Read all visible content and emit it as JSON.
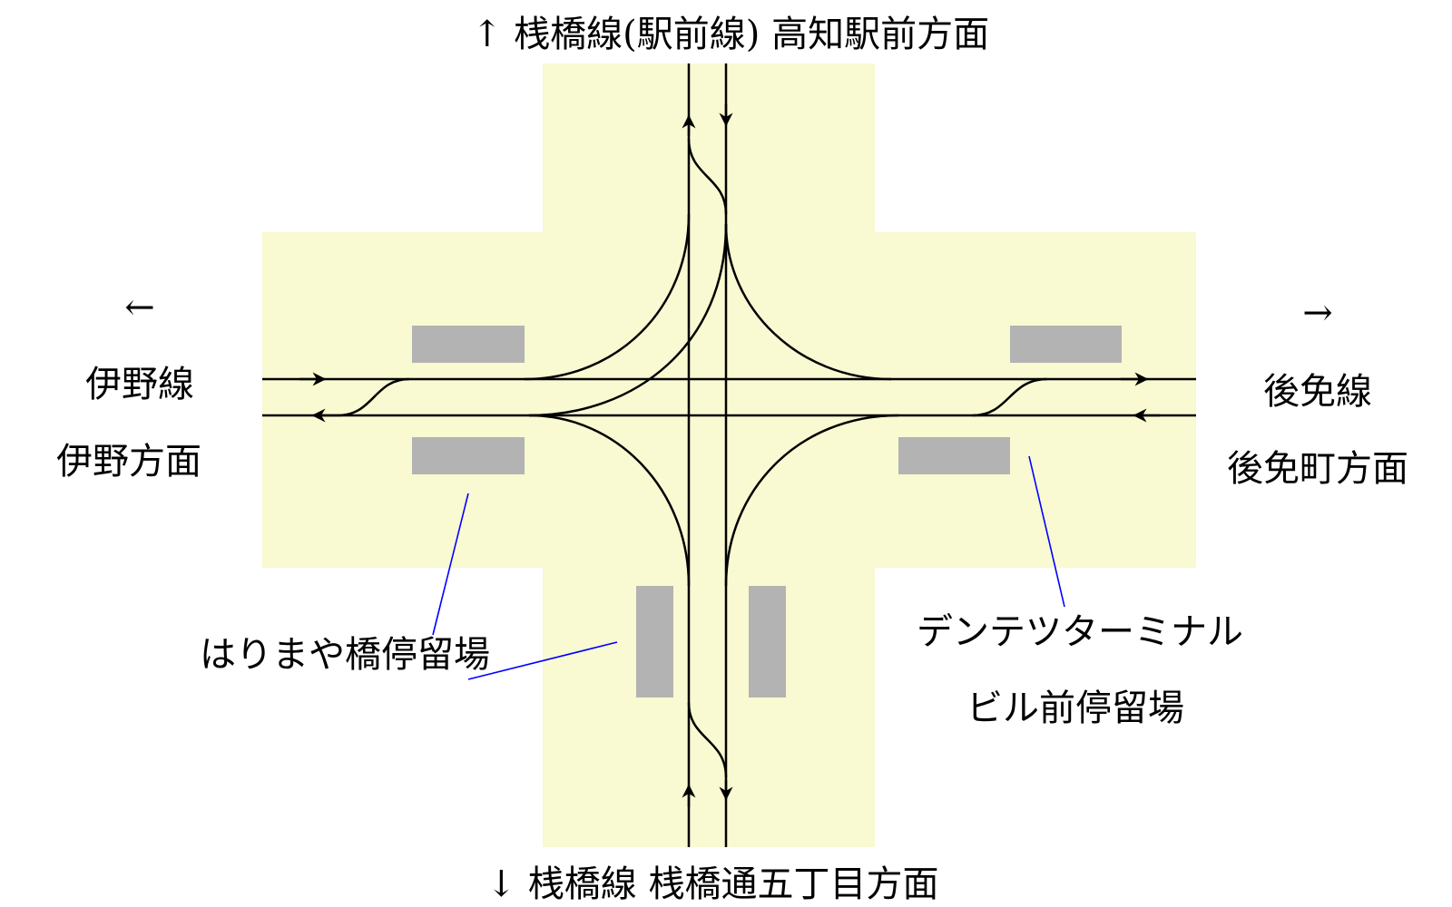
{
  "colors": {
    "area": "#f9f9d2",
    "platform": "#b3b3b3",
    "track": "#000000",
    "pointer": "#0000ff"
  },
  "directions": {
    "north": "↑ 桟橋線(駅前線) 高知駅前方面",
    "south": "↓ 桟橋線 桟橋通五丁目方面",
    "west_arrow": "←",
    "west_line": "伊野線",
    "west_dest": "伊野方面",
    "east_arrow": "→",
    "east_line": "後免線",
    "east_dest": "後免町方面"
  },
  "stops": {
    "harimayabashi": "はりまや橋停留場",
    "dentetsu_line1": "デンテツターミナル",
    "dentetsu_line2": "ビル前停留場"
  }
}
